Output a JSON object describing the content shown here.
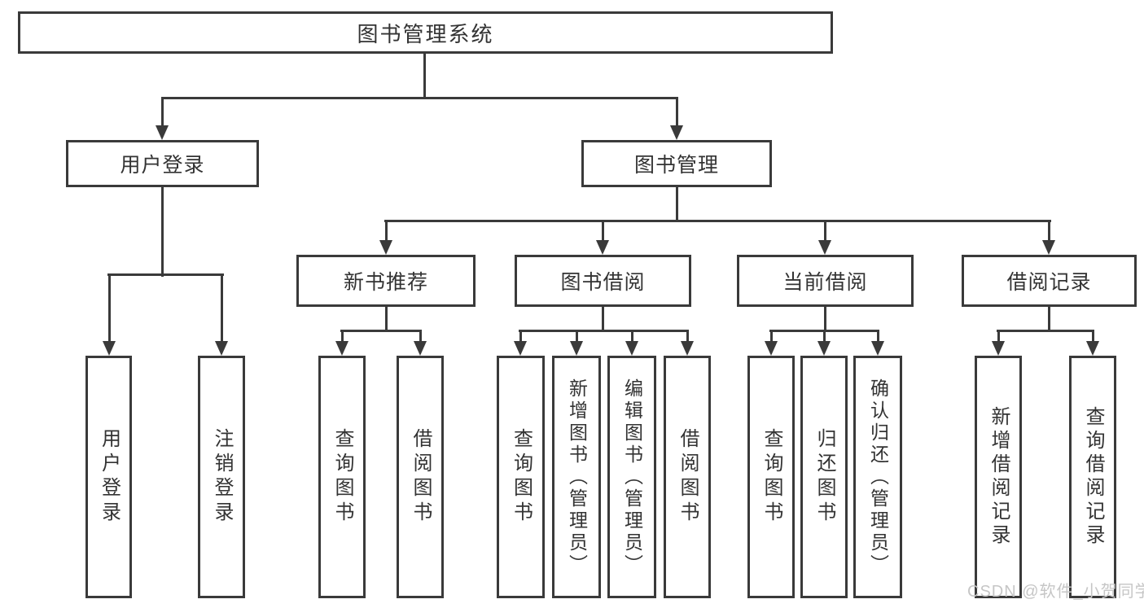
{
  "diagram": {
    "title": "图书管理系统",
    "branches": [
      {
        "label": "用户登录",
        "children": [
          {
            "label": "用户登录"
          },
          {
            "label": "注销登录"
          }
        ]
      },
      {
        "label": "图书管理",
        "children": [
          {
            "label": "新书推荐",
            "children": [
              {
                "label": "查询图书"
              },
              {
                "label": "借阅图书"
              }
            ]
          },
          {
            "label": "图书借阅",
            "children": [
              {
                "label": "查询图书"
              },
              {
                "label": "新增图书（管理员）"
              },
              {
                "label": "编辑图书（管理员）"
              },
              {
                "label": "借阅图书"
              }
            ]
          },
          {
            "label": "当前借阅",
            "children": [
              {
                "label": "查询图书"
              },
              {
                "label": "归还图书"
              },
              {
                "label": "确认归还（管理员）"
              }
            ]
          },
          {
            "label": "借阅记录",
            "children": [
              {
                "label": "新增借阅记录"
              },
              {
                "label": "查询借阅记录"
              }
            ]
          }
        ]
      }
    ]
  },
  "watermark": "CSDN @软件_小贺同学",
  "colors": {
    "line": "#3a3a3a",
    "text": "#333333",
    "watermark": "#c6c6c6",
    "background": "#ffffff"
  }
}
